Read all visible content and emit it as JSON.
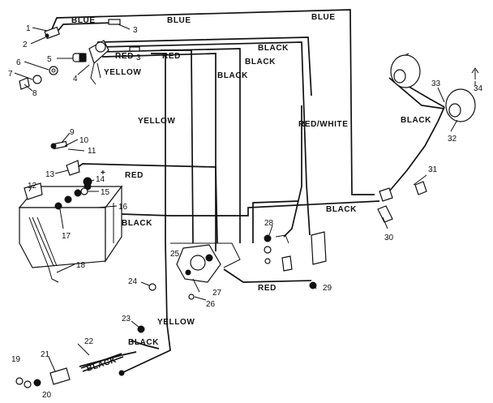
{
  "wire_labels": {
    "blue_1": "BLUE",
    "blue_2": "BLUE",
    "blue_3": "BLUE",
    "red_1": "RED",
    "red_2": "RED",
    "red_3": "RED",
    "red_4": "RED",
    "yellow_1": "YELLOW",
    "yellow_2": "YELLOW",
    "yellow_3": "YELLOW",
    "black_1": "BLACK",
    "black_2": "BLACK",
    "black_3": "BLACK",
    "black_4": "BLACK",
    "black_5": "BLACK",
    "black_6": "BLACK",
    "black_7": "BLACK",
    "black_8": "BLACK",
    "red_white": "RED/WHITE"
  },
  "part_numbers": {
    "p1": "1",
    "p2": "2",
    "p3a": "3",
    "p3b": "3",
    "p4": "4",
    "p5": "5",
    "p6": "6",
    "p7": "7",
    "p8": "8",
    "p9": "9",
    "p10": "10",
    "p11": "11",
    "p12": "12",
    "p13": "13",
    "p14": "14",
    "p15": "15",
    "p16": "16",
    "p17": "17",
    "p18": "18",
    "p19": "19",
    "p20": "20",
    "p21": "21",
    "p22": "22",
    "p23": "23",
    "p24": "24",
    "p25": "25",
    "p26": "26",
    "p27": "27",
    "p28": "28",
    "p29": "29",
    "p30": "30",
    "p31": "31",
    "p32": "32",
    "p33": "33",
    "p34": "34"
  },
  "terminal_signs": {
    "plus": "+"
  }
}
